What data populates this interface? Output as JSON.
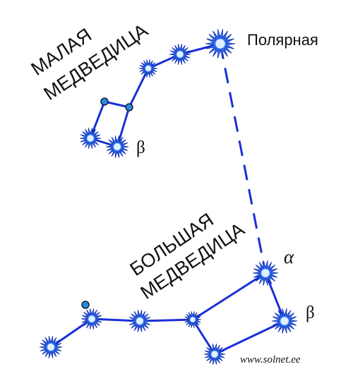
{
  "little_dipper": {
    "name_line1": "МАЛАЯ",
    "name_line2": "МЕДВЕДИЦА",
    "beta_label": "β"
  },
  "big_dipper": {
    "name_line1": "БОЛЬШАЯ",
    "name_line2": "МЕДВЕДИЦА",
    "alpha_label": "α",
    "beta_label": "β"
  },
  "polaris": {
    "label": "Полярная"
  },
  "credit": "www.solnet.ee",
  "colors": {
    "line": "#1a2fd8",
    "star_outer": "#2f6cf0",
    "star_inner": "#dff0ff",
    "faint_dot": "#2a8ad8",
    "dot_outline": "#102040"
  }
}
